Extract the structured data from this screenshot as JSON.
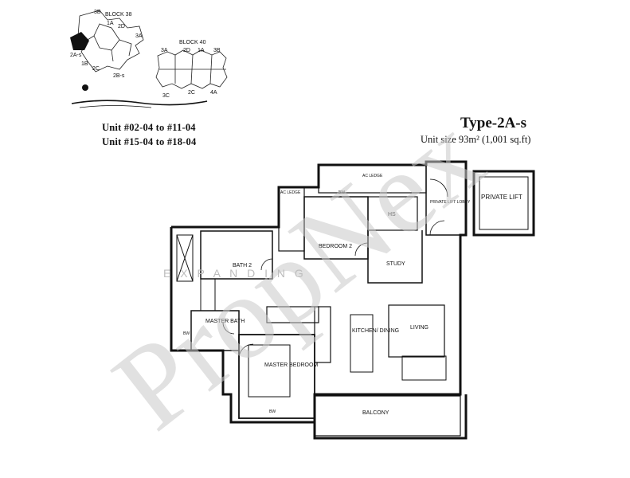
{
  "keyplan": {
    "block38": {
      "title": "BLOCK 38",
      "units": [
        "3B",
        "1A",
        "2D",
        "3A",
        "2A-s",
        "1B",
        "2C",
        "2B-s"
      ]
    },
    "block40": {
      "title": "BLOCK 40",
      "units": [
        "3A",
        "2D",
        "1A",
        "3B",
        "3C",
        "2C",
        "4A"
      ]
    }
  },
  "unit_ranges": [
    "Unit  #02-04  to  #11-04",
    "Unit  #15-04  to  #18-04"
  ],
  "type_title": "Type-2A-s",
  "unit_size": "Unit size  93m² (1,001 sq.ft)",
  "rooms": {
    "ac_ledge_top": "AC LEDGE",
    "ac_ledge_left": "AC LEDGE",
    "bay": "BW",
    "hs": "HS",
    "private_lift_lobby": "PRIVATE LIFT LOBBY",
    "private_lift": "PRIVATE LIFT",
    "bedroom2": "BEDROOM 2",
    "study": "STUDY",
    "bath2": "BATH 2",
    "master_bath": "MASTER BATH",
    "master_bedroom": "MASTER BEDROOM",
    "kitchen_dining": "KITCHEN/ DINING",
    "living": "LIVING",
    "balcony": "BALCONY",
    "bw_left": "BW",
    "bw_bottom": "BW"
  },
  "watermark": {
    "logo": "PropNex",
    "tagline": "E  X  P  A  N  D    I  N  G"
  }
}
